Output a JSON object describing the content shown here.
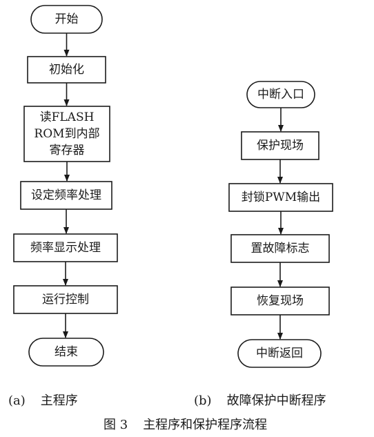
{
  "flowchart_main": {
    "nodes": [
      {
        "id": "start",
        "label": "开始",
        "shape": "terminal"
      },
      {
        "id": "init",
        "label": "初始化",
        "shape": "process"
      },
      {
        "id": "read_flash",
        "label": "读FLASH\nROM到内部\n寄存器",
        "shape": "process"
      },
      {
        "id": "set_freq",
        "label": "设定频率处理",
        "shape": "process"
      },
      {
        "id": "freq_display",
        "label": "频率显示处理",
        "shape": "process"
      },
      {
        "id": "run_control",
        "label": "运行控制",
        "shape": "process"
      },
      {
        "id": "end",
        "label": "结束",
        "shape": "terminal"
      }
    ],
    "edges": [
      [
        "start",
        "init"
      ],
      [
        "init",
        "read_flash"
      ],
      [
        "read_flash",
        "set_freq"
      ],
      [
        "set_freq",
        "freq_display"
      ],
      [
        "freq_display",
        "run_control"
      ],
      [
        "run_control",
        "end"
      ]
    ]
  },
  "flowchart_isr": {
    "nodes": [
      {
        "id": "isr_entry",
        "label": "中断入口",
        "shape": "terminal"
      },
      {
        "id": "protect_scene",
        "label": "保护现场",
        "shape": "process"
      },
      {
        "id": "lock_pwm",
        "label": "封锁PWM输出",
        "shape": "process"
      },
      {
        "id": "set_fault_flag",
        "label": "置故障标志",
        "shape": "process"
      },
      {
        "id": "restore_scene",
        "label": "恢复现场",
        "shape": "process"
      },
      {
        "id": "isr_return",
        "label": "中断返回",
        "shape": "terminal"
      }
    ],
    "edges": [
      [
        "isr_entry",
        "protect_scene"
      ],
      [
        "protect_scene",
        "lock_pwm"
      ],
      [
        "lock_pwm",
        "set_fault_flag"
      ],
      [
        "set_fault_flag",
        "restore_scene"
      ],
      [
        "restore_scene",
        "isr_return"
      ]
    ]
  },
  "captions": {
    "sub_a_tag": "(a)",
    "sub_a_text": "主程序",
    "sub_b_tag": "(b)",
    "sub_b_text": "故障保护中断程序",
    "figure_tag": "图 3",
    "figure_text": "主程序和保护程序流程"
  }
}
